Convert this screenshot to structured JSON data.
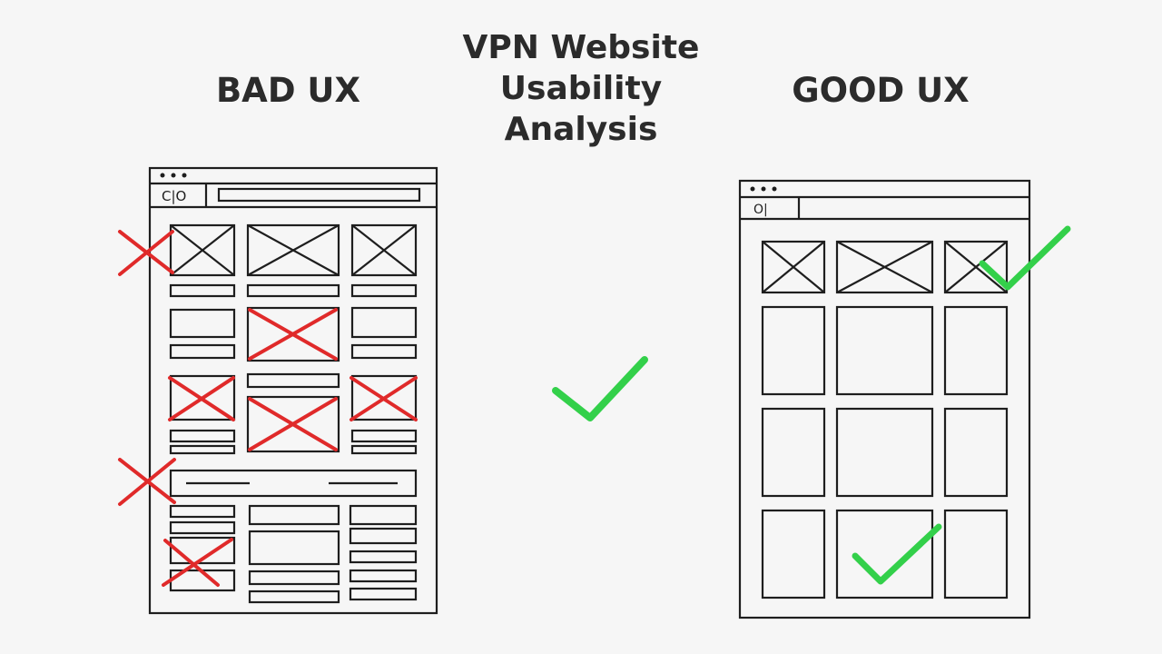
{
  "title": "VPN Website Usability Analysis",
  "bad_label": "BAD UX",
  "good_label": "GOOD UX",
  "colors": {
    "background": "#f6f6f6",
    "ink": "#1e1e1e",
    "bad_mark": "#e02a2a",
    "good_mark": "#33d04a"
  },
  "bad_wireframe": {
    "window_controls": "C|O",
    "marks": "cross-icon"
  },
  "good_wireframe": {
    "window_controls": "O|",
    "marks": "check-icon"
  }
}
